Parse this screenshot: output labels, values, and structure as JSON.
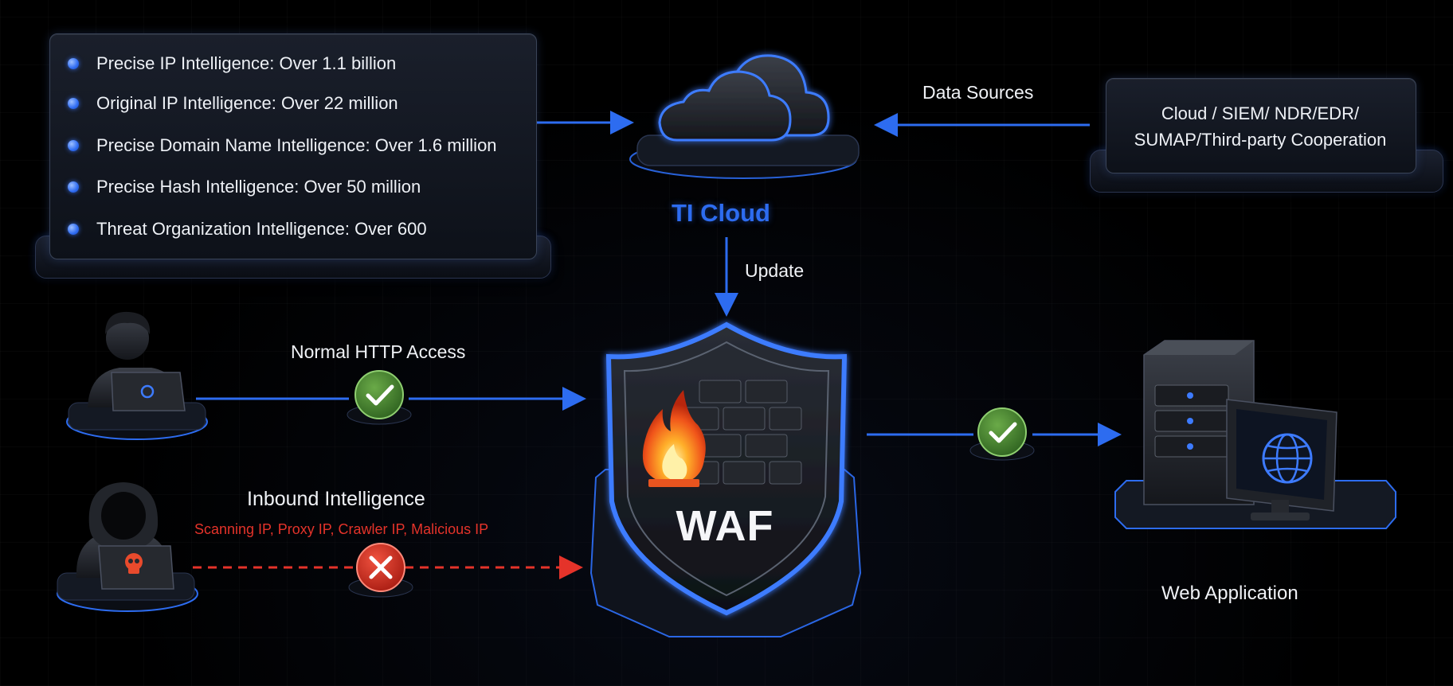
{
  "intel_items": [
    "Precise IP Intelligence: Over 1.1 billion",
    "Original IP Intelligence: Over 22 million",
    "Precise Domain Name Intelligence: Over 1.6 million",
    "Precise Hash Intelligence: Over 50 million",
    "Threat Organization Intelligence: Over 600"
  ],
  "ti_cloud_label": "TI Cloud",
  "data_sources_label": "Data Sources",
  "sources_line1": "Cloud / SIEM/ NDR/EDR/",
  "sources_line2": "SUMAP/Third-party Cooperation",
  "update_label": "Update",
  "normal_access_label": "Normal HTTP Access",
  "inbound_label": "Inbound Intelligence",
  "inbound_sub_label": "Scanning IP, Proxy IP, Crawler IP, Malicious IP",
  "waf_label": "WAF",
  "web_app_label": "Web Application",
  "colors": {
    "accent_blue": "#2d6cf0",
    "danger_red": "#e5332a",
    "ok_green": "#3f7d2c"
  },
  "icons": {
    "cloud": "cloud-icon",
    "user": "user-icon",
    "hacker": "hacker-icon",
    "shield": "shield-icon",
    "firewall": "firewall-icon",
    "server": "server-icon",
    "monitor": "monitor-icon",
    "check": "check-icon",
    "block": "x-icon"
  }
}
